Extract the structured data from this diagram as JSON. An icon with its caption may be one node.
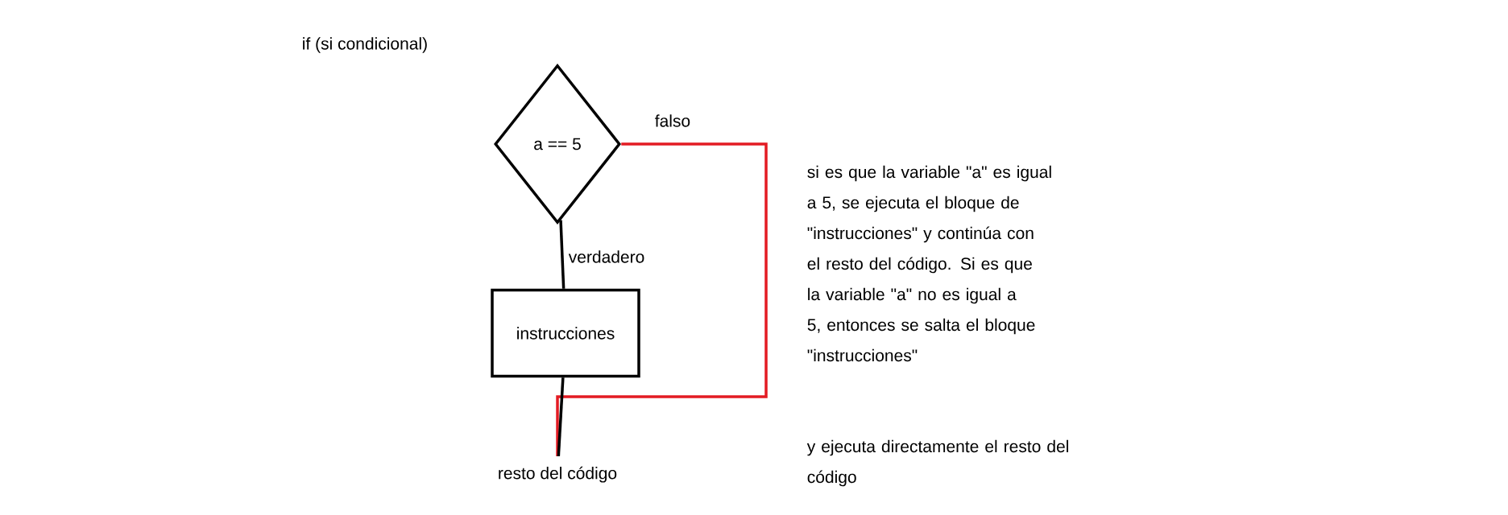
{
  "diagram": {
    "title": "if (si condicional)",
    "nodes": [
      {
        "text": [
          "a == 5"
        ]
      },
      {
        "text": [
          "instrucciones"
        ]
      },
      {
        "text": [
          "resto del código"
        ]
      }
    ],
    "edges": [
      {
        "from": 0,
        "to": 1,
        "arrow": "none",
        "label": "verdadero"
      },
      {
        "from": 1,
        "to": 2,
        "arrow": "none"
      },
      {
        "from": 0,
        "to": 2,
        "arrow": "none",
        "label": "falso",
        "color": "#e31b23"
      }
    ],
    "labels": [
      "si es que la variable \"a\" es igual a 5, se ejecuta el bloque de \"instrucciones\" y continúa con el resto del código. Si es que la variable \"a\" no es igual a 5, entonces se salta el bloque \"instrucciones\"",
      "y ejecuta directamente el resto del código"
    ]
  }
}
